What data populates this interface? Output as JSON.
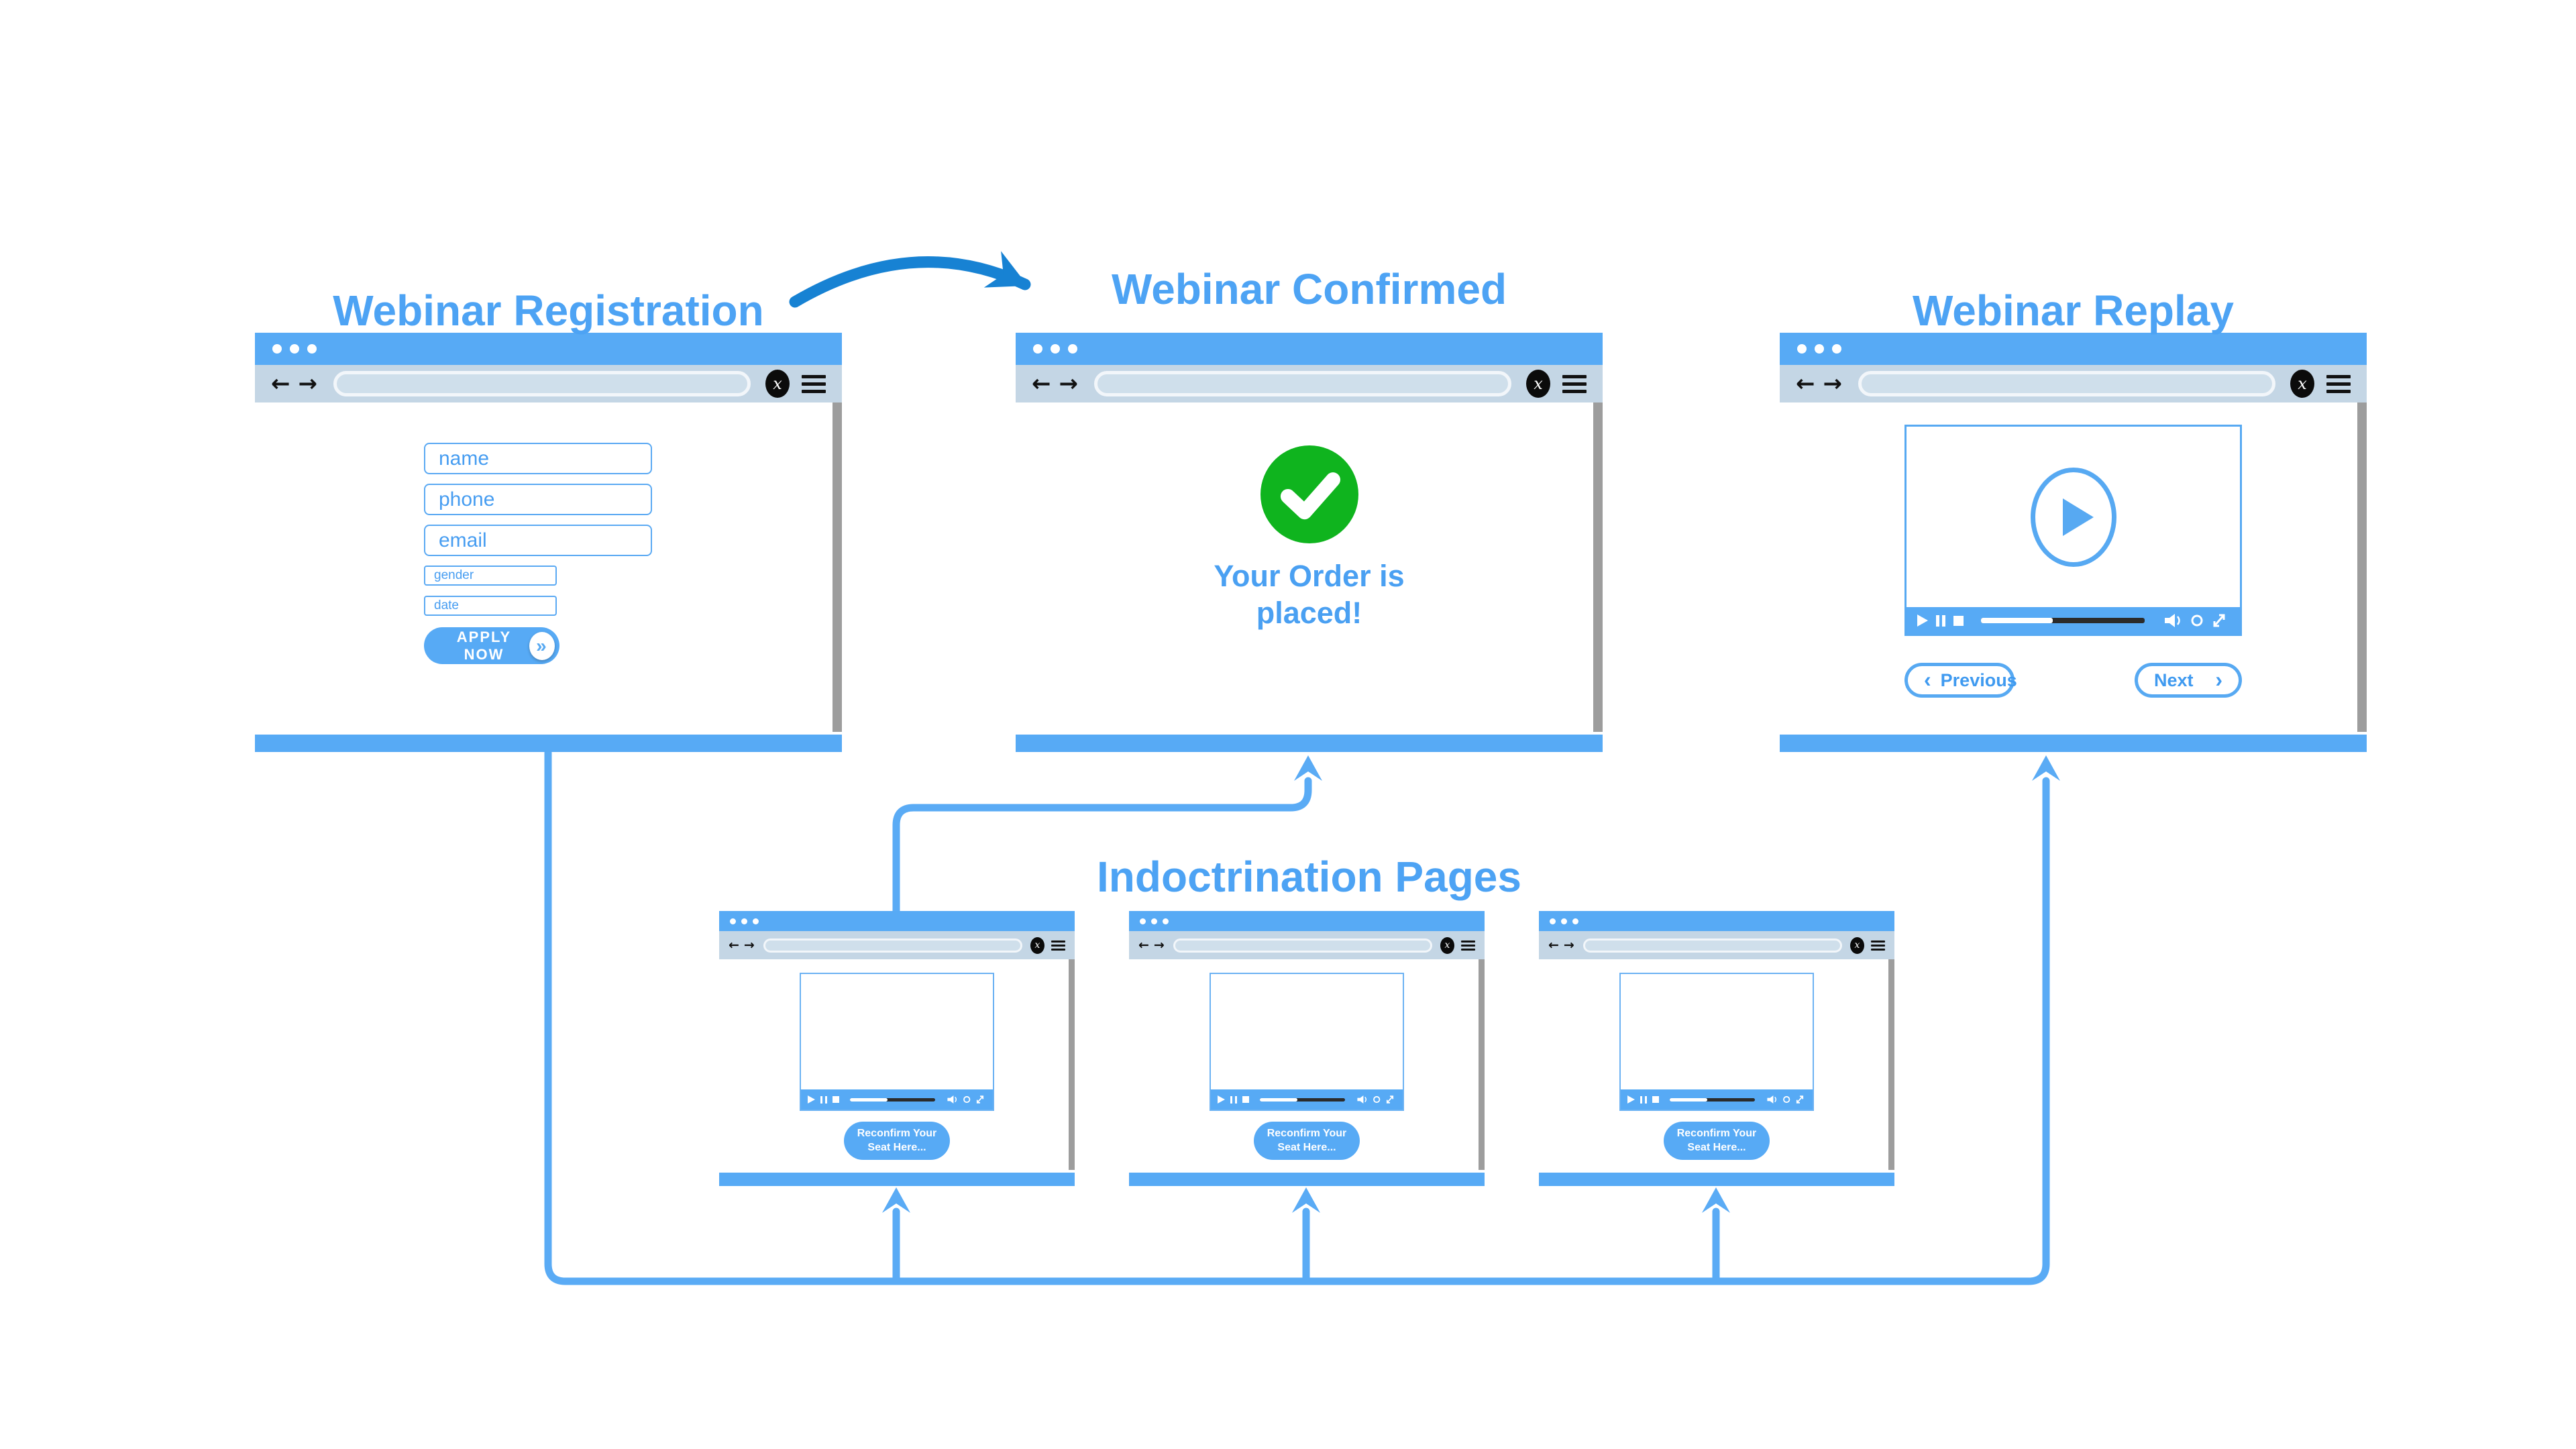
{
  "colors": {
    "chrome_blue": "#57aaf5",
    "toolbar_blue": "#c4d6e5",
    "connector_blue": "#5aabf5",
    "title_blue": "#4da3f4",
    "dark_arrow_blue": "#1782d3",
    "success_green": "#0fb41e",
    "scrollbar_gray": "#9d9d9d"
  },
  "titles": {
    "registration": "Webinar Registration",
    "confirmed": "Webinar Confirmed",
    "replay": "Webinar Replay",
    "indoctrination": "Indoctrination Pages"
  },
  "chrome": {
    "back_icon": "←",
    "forward_icon": "→",
    "x_badge": "x"
  },
  "registration": {
    "fields": [
      {
        "placeholder": "name"
      },
      {
        "placeholder": "phone"
      },
      {
        "placeholder": "email"
      }
    ],
    "small_fields": [
      {
        "placeholder": "gender"
      },
      {
        "placeholder": "date"
      }
    ],
    "apply_label": "APPLY NOW",
    "apply_chevron": "»"
  },
  "confirmed": {
    "line1": "Your Order is",
    "line2": "placed!"
  },
  "replay": {
    "previous_label": "Previous",
    "next_label": "Next",
    "prev_chevron": "‹",
    "next_chevron": "›"
  },
  "indoctrination": {
    "line1": "Reconfirm Your",
    "line2": "Seat Here..."
  }
}
